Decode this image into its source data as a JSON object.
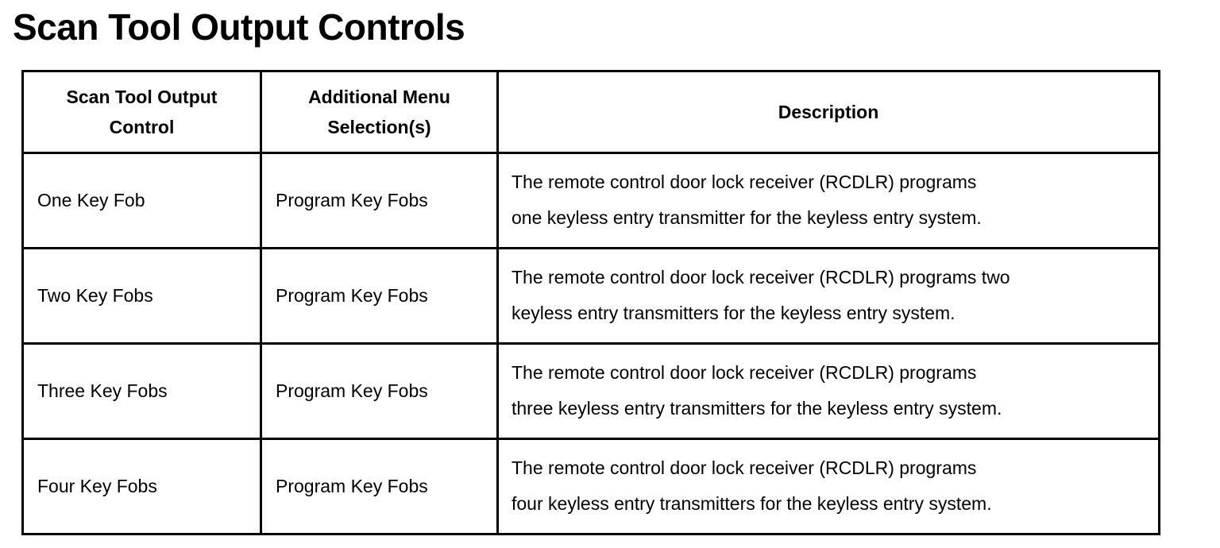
{
  "page_title": "Scan Tool Output Controls",
  "colors": {
    "text": "#000000",
    "border": "#000000",
    "background": "#ffffff"
  },
  "table": {
    "headers": {
      "control": {
        "line1": "Scan Tool Output",
        "line2": "Control"
      },
      "menu": {
        "line1": "Additional Menu",
        "line2": "Selection(s)"
      },
      "description": "Description"
    },
    "rows": [
      {
        "control": "One Key Fob",
        "menu": "Program Key Fobs",
        "description": {
          "line1": "The remote control door lock receiver (RCDLR) programs",
          "line2": "one keyless entry transmitter for the keyless entry system."
        }
      },
      {
        "control": "Two Key Fobs",
        "menu": "Program Key Fobs",
        "description": {
          "line1": "The remote control door lock receiver (RCDLR) programs two",
          "line2": "keyless entry transmitters for the keyless entry system."
        }
      },
      {
        "control": "Three Key Fobs",
        "menu": "Program Key Fobs",
        "description": {
          "line1": "The remote control door lock receiver (RCDLR) programs",
          "line2": "three keyless entry transmitters for the keyless entry system."
        }
      },
      {
        "control": "Four Key Fobs",
        "menu": "Program Key Fobs",
        "description": {
          "line1": "The remote control door lock receiver (RCDLR) programs",
          "line2": "four keyless entry transmitters for the keyless entry system."
        }
      }
    ]
  }
}
